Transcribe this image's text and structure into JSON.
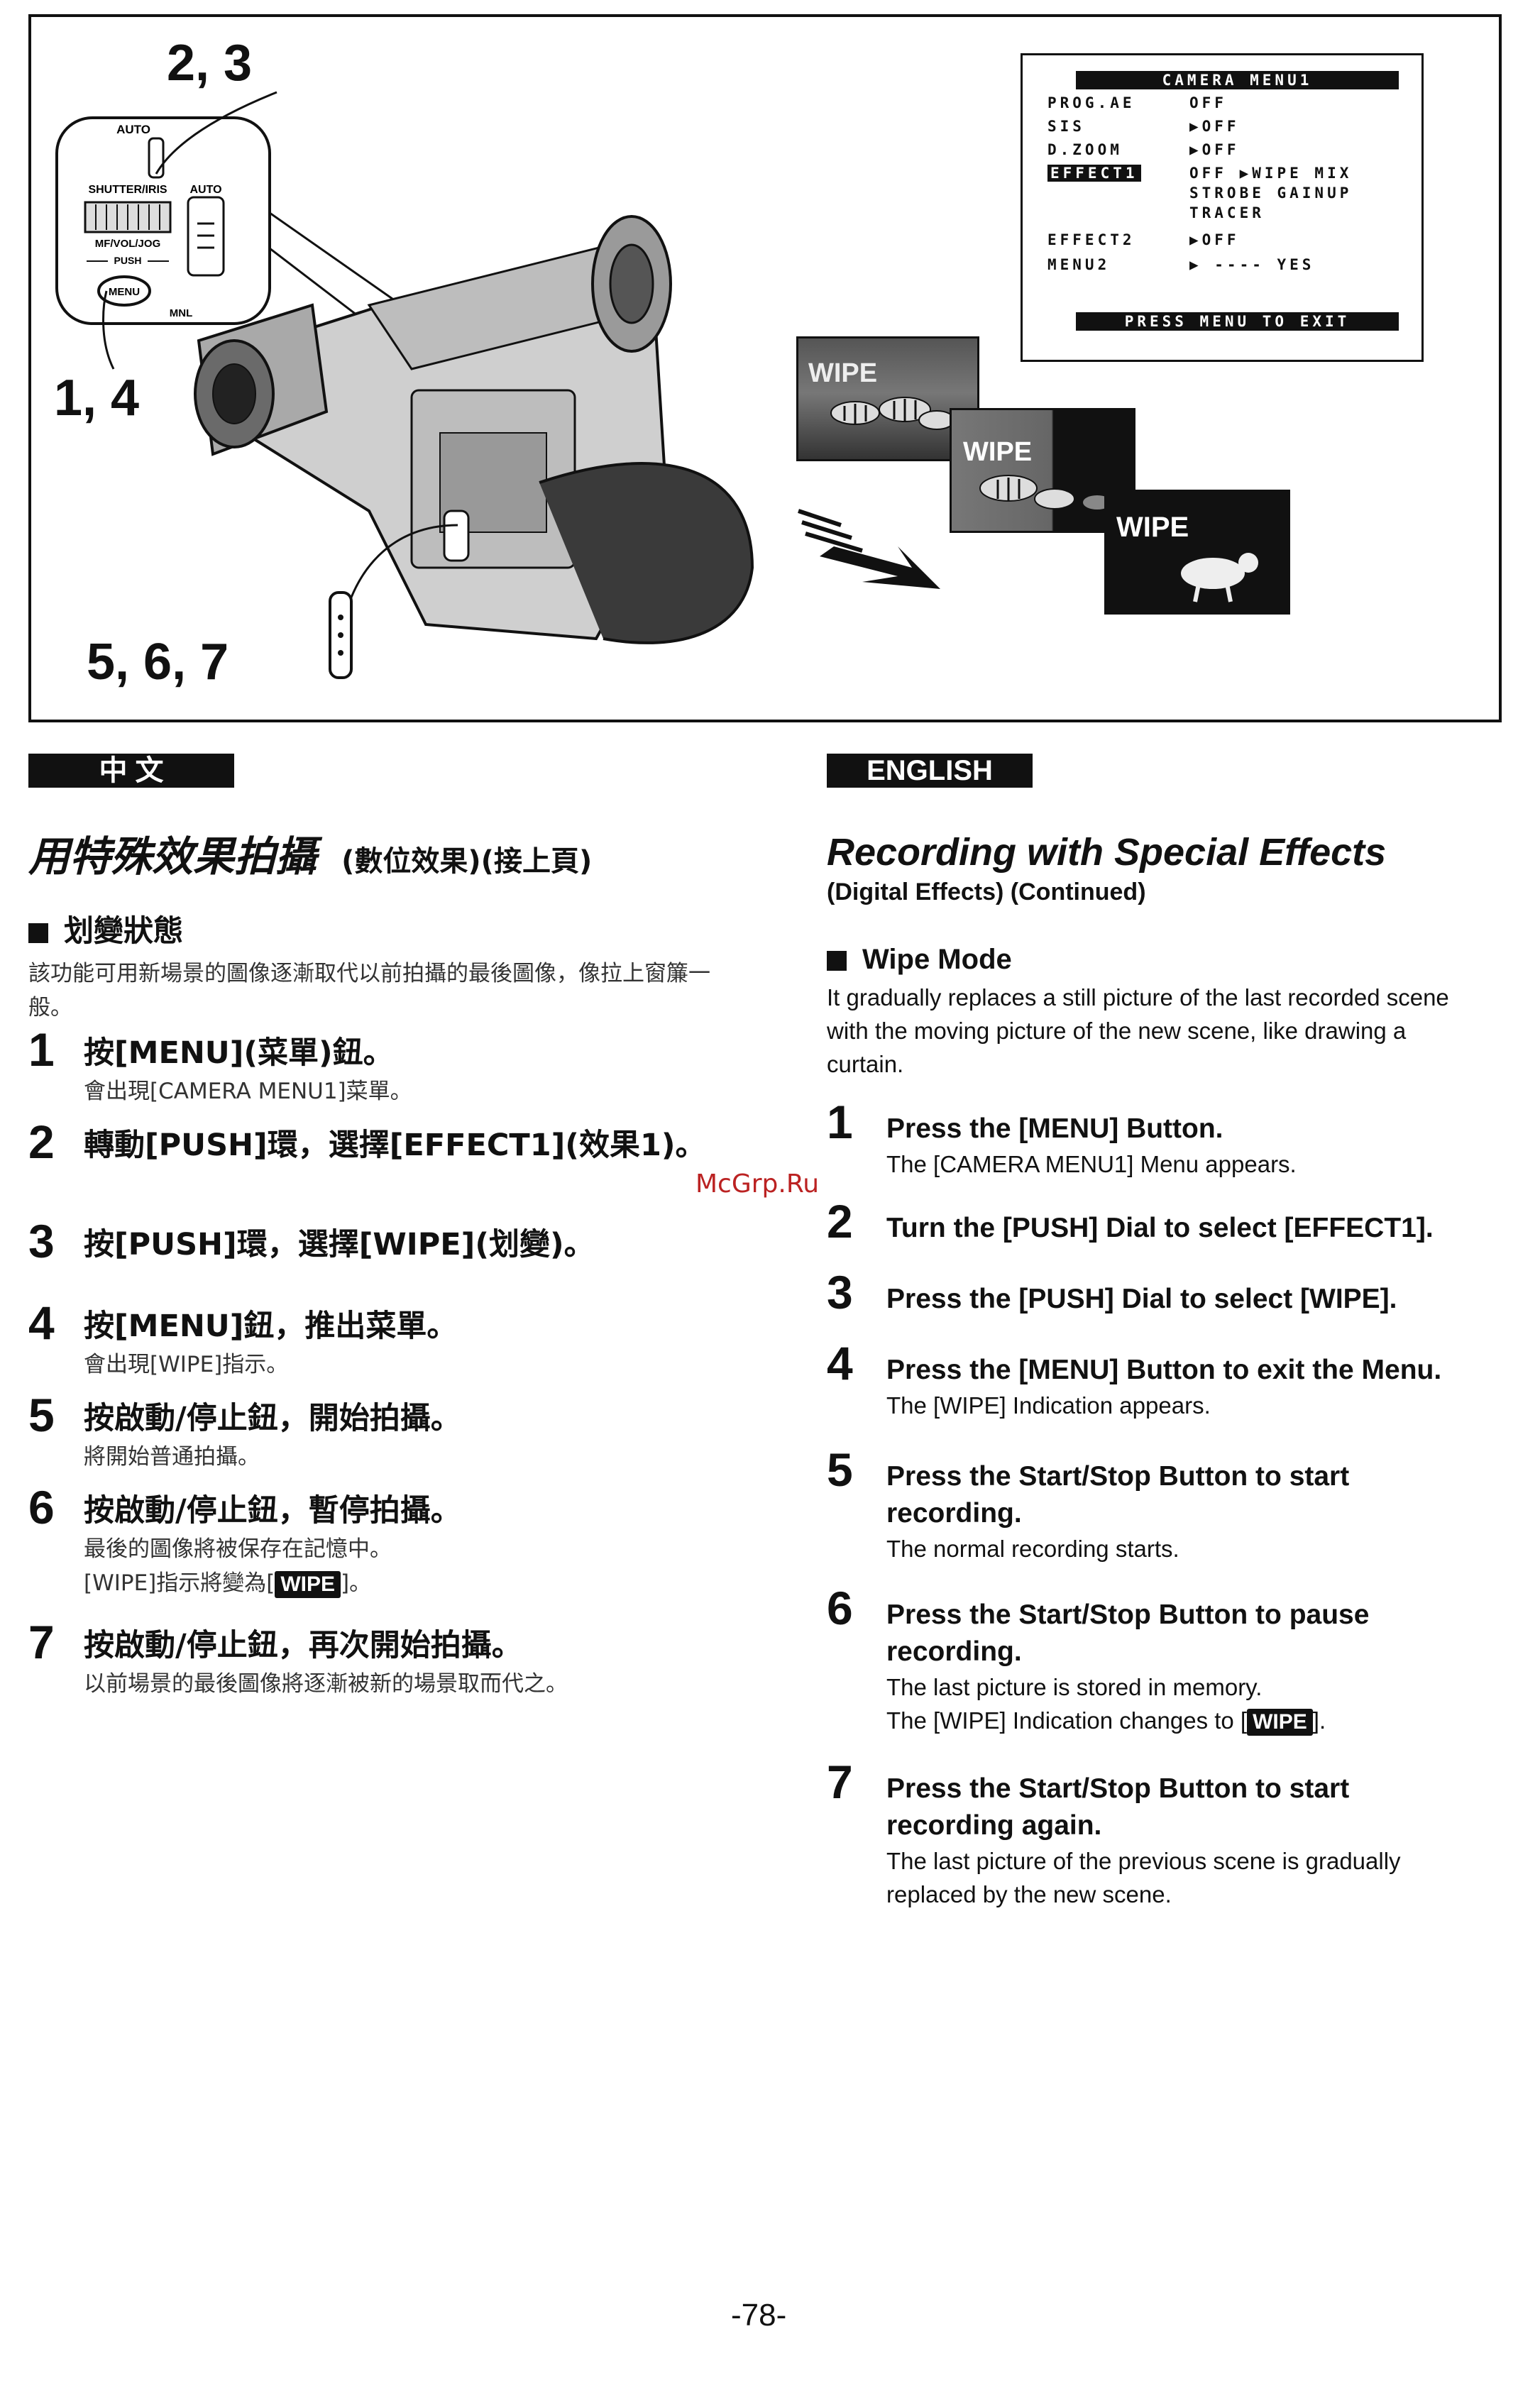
{
  "figure": {
    "callouts": {
      "c23": "2, 3",
      "c14": "1, 4",
      "c567": "5, 6, 7"
    },
    "control_panel": {
      "auto_top": "AUTO",
      "shutter_iris": "SHUTTER/IRIS",
      "mf_vol_jog": "MF/VOL/JOG",
      "push": "PUSH",
      "menu": "MENU",
      "auto_side": "AUTO",
      "mnl": "MNL"
    },
    "menu": {
      "title": "CAMERA  MENU1",
      "rows": [
        {
          "label": "PROG.AE",
          "value": "OFF"
        },
        {
          "label": "SIS",
          "value": "▶OFF"
        },
        {
          "label": "D.ZOOM",
          "value": "▶OFF"
        },
        {
          "label": "EFFECT1",
          "value": "OFF  ▶WIPE   MIX",
          "highlight": true
        },
        {
          "label": "",
          "value": "STROBE    GAINUP"
        },
        {
          "label": "",
          "value": "TRACER"
        },
        {
          "label": "EFFECT2",
          "value": "▶OFF"
        },
        {
          "label": "MENU2",
          "value": "▶  ----        YES"
        }
      ],
      "footer": "PRESS  MENU  TO  EXIT"
    },
    "screens": {
      "label1": "WIPE",
      "label2": "WIPE",
      "label3": "WIPE"
    }
  },
  "zh": {
    "tab": "中 文",
    "title": "用特殊效果拍攝",
    "subtitle": "(數位效果)(接上頁)",
    "section": "划變狀態",
    "intro": "該功能可用新場景的圖像逐漸取代以前拍攝的最後圖像，像拉上窗簾一般。",
    "steps": [
      {
        "n": "1",
        "text": "按[MENU](菜單)鈕。",
        "note": "會出現[CAMERA MENU1]菜單。"
      },
      {
        "n": "2",
        "text": "轉動[PUSH]環，選擇[EFFECT1](效果1)。",
        "note": ""
      },
      {
        "n": "3",
        "text": "按[PUSH]環，選擇[WIPE](划變)。",
        "note": ""
      },
      {
        "n": "4",
        "text": "按[MENU]鈕，推出菜單。",
        "note": "會出現[WIPE]指示。"
      },
      {
        "n": "5",
        "text": "按啟動/停止鈕，開始拍攝。",
        "note": "將開始普通拍攝。"
      },
      {
        "n": "6",
        "text": "按啟動/停止鈕，暫停拍攝。",
        "note": "最後的圖像將被保存在記憶中。",
        "note2_pre": "[WIPE]指示將變為[",
        "badge": "WIPE",
        "note2_post": "]。"
      },
      {
        "n": "7",
        "text": "按啟動/停止鈕，再次開始拍攝。",
        "note": "以前場景的最後圖像將逐漸被新的場景取而代之。"
      }
    ]
  },
  "en": {
    "tab": "ENGLISH",
    "title": "Recording with Special Effects",
    "subtitle": "(Digital Effects) (Continued)",
    "section": "Wipe Mode",
    "intro": "It gradually replaces a still picture of the last recorded scene with the moving picture of the new scene, like drawing a curtain.",
    "steps": [
      {
        "n": "1",
        "text": "Press the [MENU] Button.",
        "note": "The [CAMERA MENU1] Menu appears."
      },
      {
        "n": "2",
        "text": "Turn the [PUSH] Dial to select [EFFECT1].",
        "note": ""
      },
      {
        "n": "3",
        "text": "Press the [PUSH] Dial to select [WIPE].",
        "note": ""
      },
      {
        "n": "4",
        "text": "Press the [MENU] Button to exit the Menu.",
        "note": "The [WIPE] Indication appears."
      },
      {
        "n": "5",
        "text": "Press the Start/Stop Button to start recording.",
        "note": "The normal recording starts."
      },
      {
        "n": "6",
        "text": "Press the Start/Stop Button to pause recording.",
        "note": "The last picture is stored in memory.",
        "note2_pre": "The [WIPE] Indication changes to [",
        "badge": "WIPE",
        "note2_post": "]."
      },
      {
        "n": "7",
        "text": "Press the Start/Stop Button to start recording again.",
        "note": "The last picture of the previous scene is gradually replaced by the new scene."
      }
    ]
  },
  "watermark": "McGrp.Ru",
  "page_number": "-78-"
}
